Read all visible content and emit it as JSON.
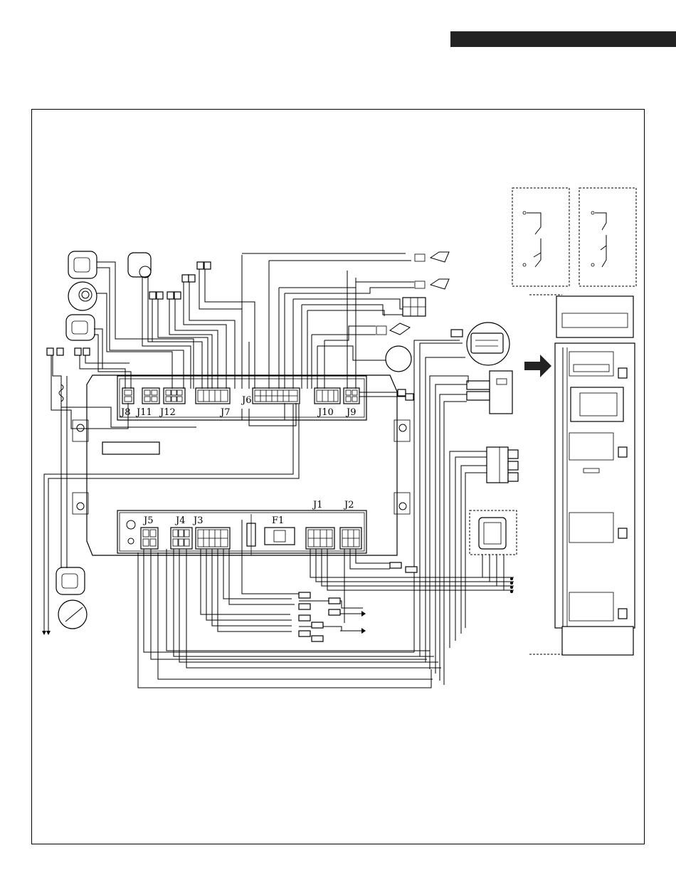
{
  "header": {
    "bar_color": "#222222"
  },
  "connectors": {
    "j8": "J8",
    "j11": "J11",
    "j12": "J12",
    "j7": "J7",
    "j6": "J6",
    "j10": "J10",
    "j9": "J9",
    "j5": "J5",
    "j4": "J4",
    "j3": "J3",
    "f1": "F1",
    "j1": "J1",
    "j2": "J2"
  },
  "icons": {
    "pressure_switch": "pressure-switch-icon",
    "sensor": "sensor-icon",
    "thermistor": "thermistor-icon",
    "rocker_switch": "rocker-switch-icon",
    "arrow": "arrow-right-icon"
  }
}
